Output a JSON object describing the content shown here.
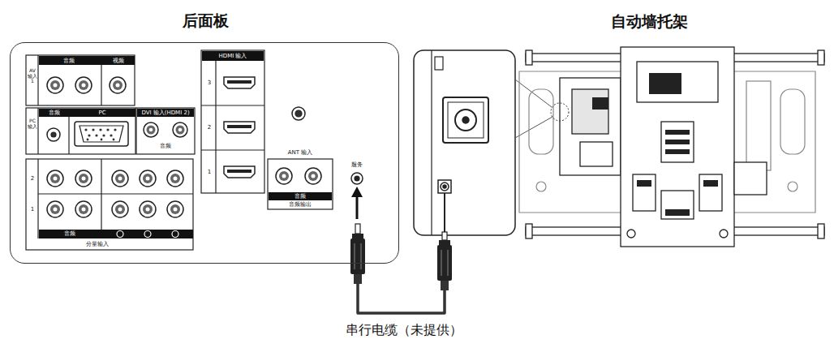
{
  "diagram": {
    "nodes": [
      {
        "text": [
          "后面板"
        ]
      },
      {
        "text": [
          "自动墙托架"
        ]
      }
    ],
    "edges": [
      {
        "from": 0,
        "to": 1,
        "arrow": "none",
        "label": "串行电缆（未提供）"
      }
    ],
    "labels": [
      "AV 输入 1",
      "音频",
      "视频",
      "PC 输入",
      "音频",
      "PC",
      "DVI 输入(HDMI 2)",
      "音频",
      "HDMI 输入",
      "3",
      "2",
      "1",
      "ANT 输入",
      "服务",
      "音频",
      "音频输出",
      "2",
      "1",
      "音频",
      "分量输入"
    ]
  }
}
